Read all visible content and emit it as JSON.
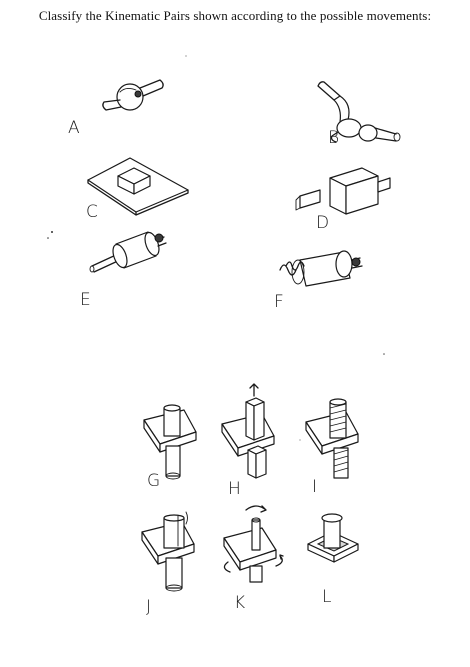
{
  "document": {
    "title": "Classify the Kinematic Pairs shown according to the possible movements:"
  },
  "figures": [
    {
      "label": "A",
      "icon": "spherical-pair-icon"
    },
    {
      "label": "B",
      "icon": "universal-joint-icon"
    },
    {
      "label": "C",
      "icon": "planar-pair-icon"
    },
    {
      "label": "D",
      "icon": "prismatic-pair-icon"
    },
    {
      "label": "E",
      "icon": "cylindrical-pair-icon"
    },
    {
      "label": "F",
      "icon": "screw-pair-icon"
    },
    {
      "label": "G",
      "icon": "revolute-pin-in-block-icon"
    },
    {
      "label": "H",
      "icon": "square-pin-in-block-icon"
    },
    {
      "label": "I",
      "icon": "threaded-pin-in-block-icon"
    },
    {
      "label": "J",
      "icon": "collared-pin-in-block-icon"
    },
    {
      "label": "K",
      "icon": "rotating-block-icon"
    },
    {
      "label": "L",
      "icon": "pin-in-square-base-icon"
    }
  ]
}
